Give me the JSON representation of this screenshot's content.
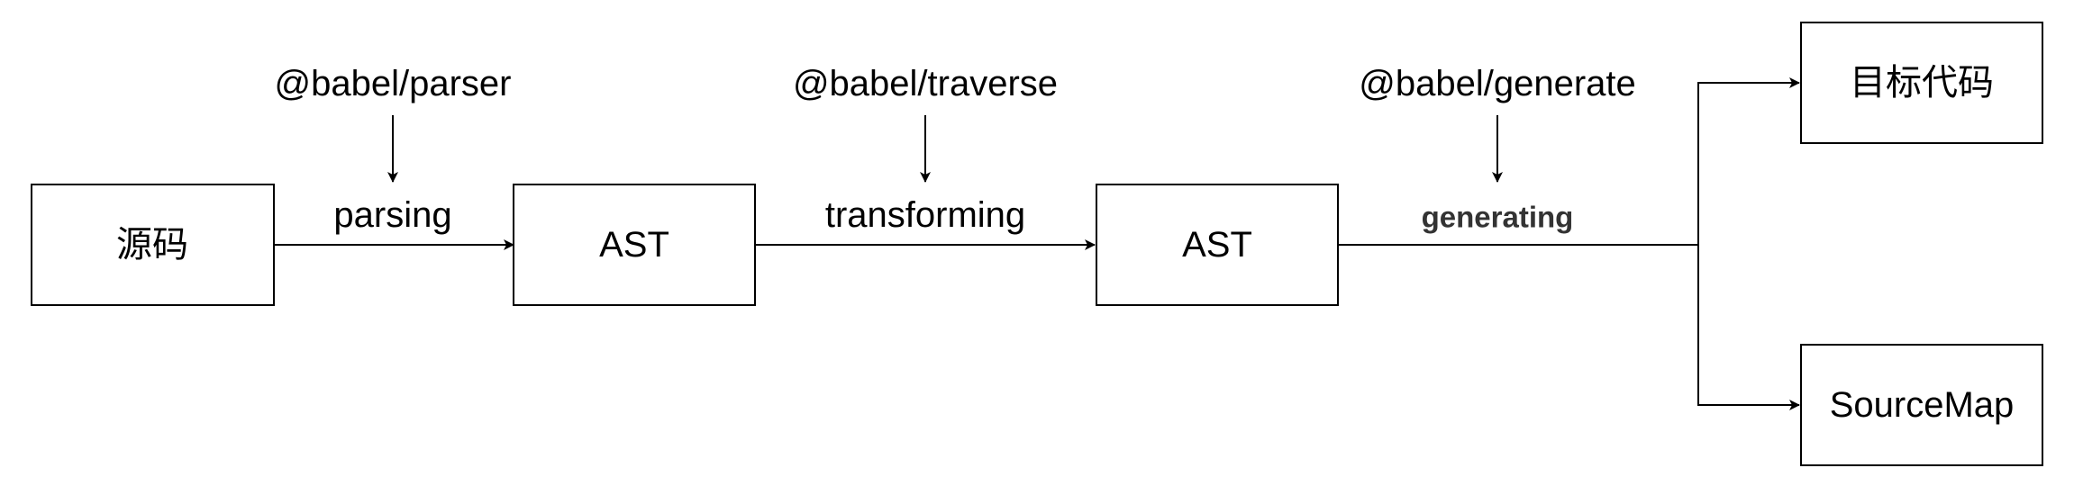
{
  "nodes": {
    "source": "源码",
    "ast_parsed": "AST",
    "ast_transformed": "AST",
    "target_code": "目标代码",
    "sourcemap": "SourceMap"
  },
  "tools": {
    "parser": "@babel/parser",
    "traverse": "@babel/traverse",
    "generate": "@babel/generate"
  },
  "steps": {
    "parsing": "parsing",
    "transforming": "transforming",
    "generating": "generating"
  },
  "colors": {
    "stroke": "#000000",
    "text": "#000000",
    "generating_label": "#333333",
    "background": "#ffffff"
  }
}
